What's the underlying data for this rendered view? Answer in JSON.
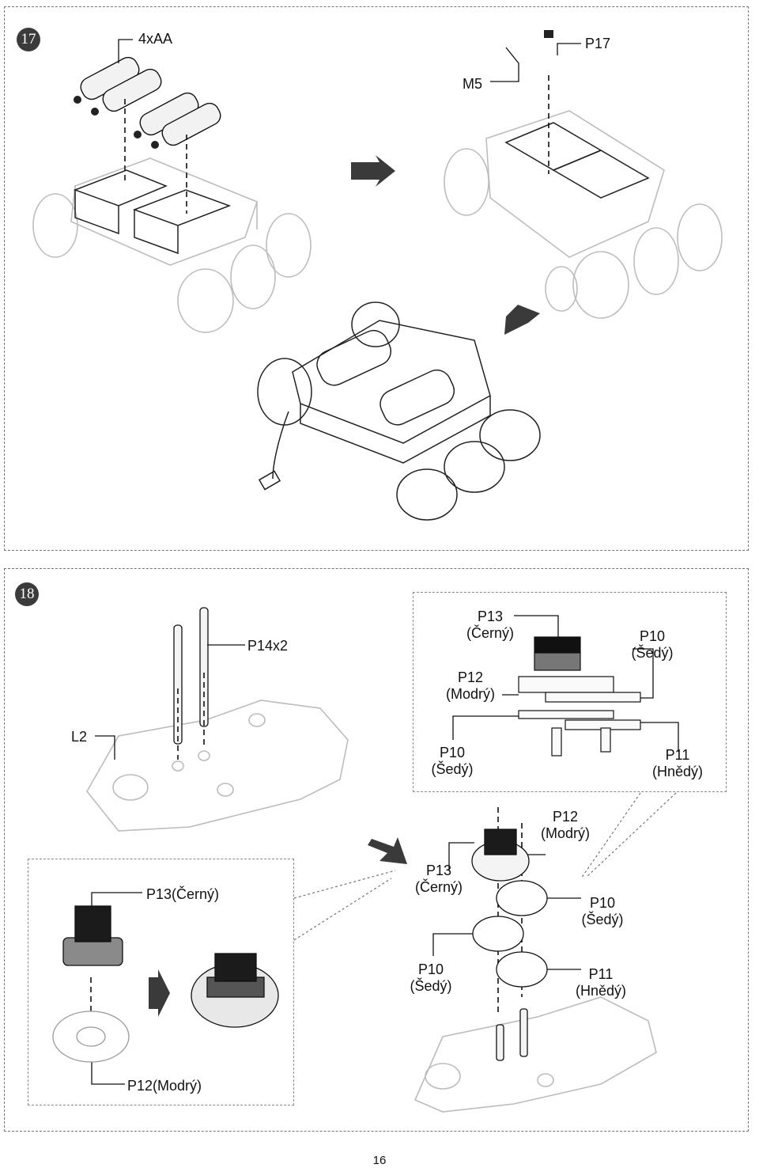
{
  "steps": [
    {
      "number": "17",
      "labels": {
        "batteries": "4xAA",
        "screw": "M5",
        "cover": "P17"
      }
    },
    {
      "number": "18",
      "labels": {
        "pins": "P14x2",
        "gearbox": "L2",
        "detail_top": {
          "p13": [
            "P13",
            "(Černý)"
          ],
          "p10_right": [
            "P10",
            "(Šedý)"
          ],
          "p12": [
            "P12",
            "(Modrý)"
          ],
          "p10_left": [
            "P10",
            "(Šedý)"
          ],
          "p11": [
            "P11",
            "(Hnědý)"
          ]
        },
        "detail_left": {
          "p13": "P13(Černý)",
          "p12": "P12(Modrý)"
        },
        "stack": {
          "p12": [
            "P12",
            "(Modrý)"
          ],
          "p13": [
            "P13",
            "(Černý)"
          ],
          "p10_right": [
            "P10",
            "(Šedý)"
          ],
          "p10_left": [
            "P10",
            "(Šedý)"
          ],
          "p11": [
            "P11",
            "(Hnědý)"
          ]
        }
      }
    }
  ],
  "page_number": "16"
}
